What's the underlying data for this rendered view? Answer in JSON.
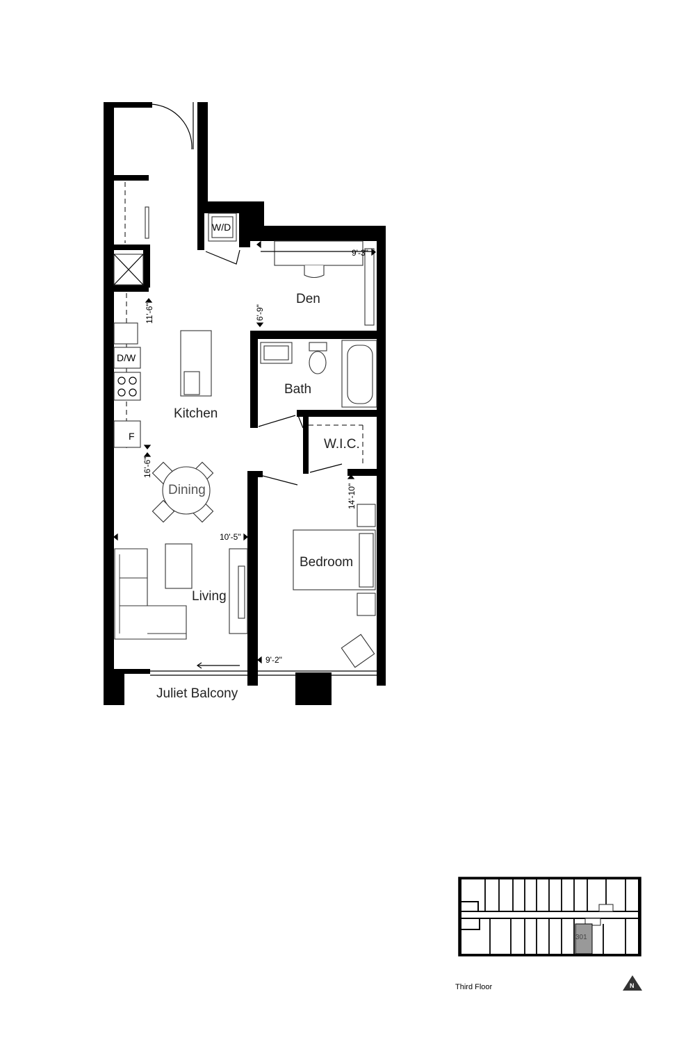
{
  "rooms": {
    "den": "Den",
    "bath": "Bath",
    "kitchen": "Kitchen",
    "wic": "W.I.C.",
    "dining": "Dining",
    "bedroom": "Bedroom",
    "living": "Living",
    "balcony": "Juliet Balcony"
  },
  "appliances": {
    "washer_dryer": "W/D",
    "dishwasher": "D/W",
    "fridge": "F"
  },
  "dimensions": {
    "den_width": "9'-3\"",
    "den_depth": "6'-9\"",
    "kitchen_length": "11'-6\"",
    "dining_length": "16'-6\"",
    "living_width": "10'-5\"",
    "bedroom_length": "14'-10\"",
    "bedroom_width": "9'-2\""
  },
  "key_plan": {
    "floor_label": "Third Floor",
    "unit_number": "301",
    "north_label": "N"
  }
}
